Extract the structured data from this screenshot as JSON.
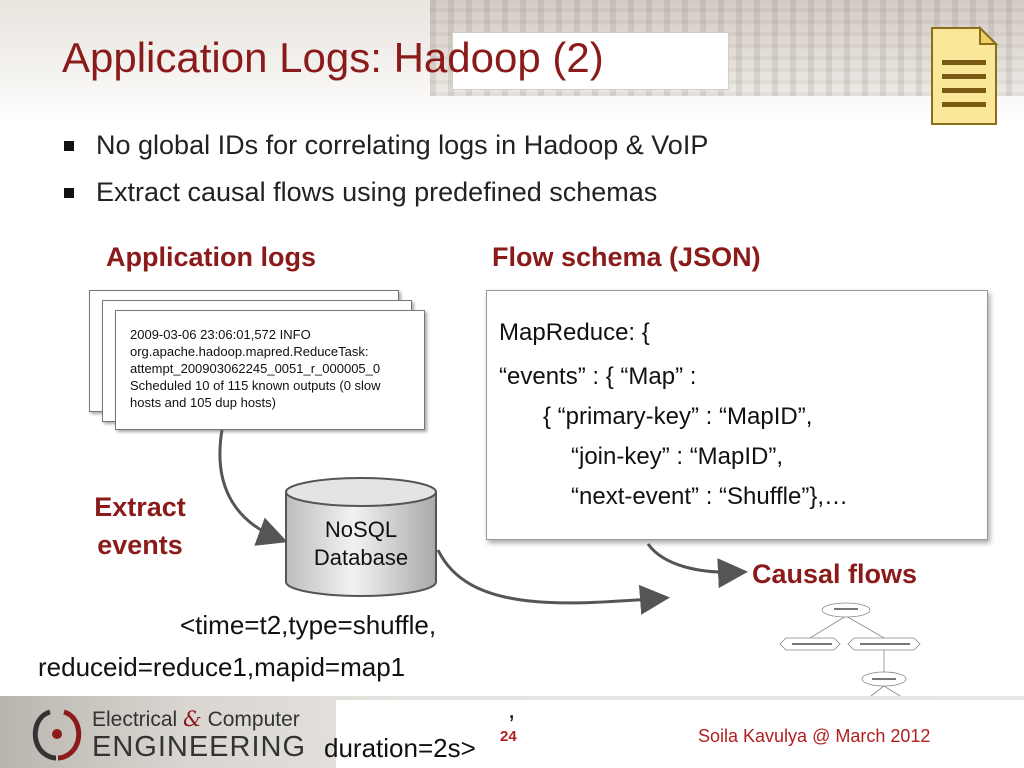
{
  "slide": {
    "title_part1": "Application Logs: ",
    "title_part2": "Hadoop (2)",
    "bullets": [
      "No global IDs for correlating logs in Hadoop & VoIP",
      "Extract causal flows using predefined schemas"
    ]
  },
  "app_logs": {
    "heading": "Application logs",
    "lines": [
      "2009-03-06 23:06:01,572 INFO",
      "org.apache.hadoop.mapred.ReduceTask:",
      "attempt_200903062245_0051_r_000005_0",
      "Scheduled 10 of 115 known outputs (0 slow",
      "hosts and 105 dup hosts)"
    ]
  },
  "flow_schema": {
    "heading": "Flow schema (JSON)",
    "lines": [
      "MapReduce: {",
      "“events” : { “Map” :",
      "{ “primary-key” : “MapID”,",
      "“join-key” : “MapID”,",
      "“next-event” : “Shuffle”},…"
    ]
  },
  "extract_events": {
    "line1": "Extract",
    "line2": "events"
  },
  "database": {
    "line1": "NoSQL",
    "line2": "Database"
  },
  "causal_flows": {
    "label": "Causal flows"
  },
  "tuple": {
    "line1": "<time=t2,type=shuffle,",
    "line2": "reduceid=reduce1,mapid=map1",
    "line3": ",",
    "line4": "duration=2s>"
  },
  "footer": {
    "brand_line1_a": "Electrical ",
    "brand_amp": "&",
    "brand_line1_b": " Computer",
    "brand_line2": "ENGINEERING",
    "page_number": "24",
    "author_date": "Soila Kavulya @ March 2012"
  },
  "colors": {
    "accent": "#8b1a1a",
    "footer_text": "#b21f1f"
  },
  "icons": [
    "document-icon",
    "ece-logo-icon",
    "flow-graph-icon"
  ]
}
